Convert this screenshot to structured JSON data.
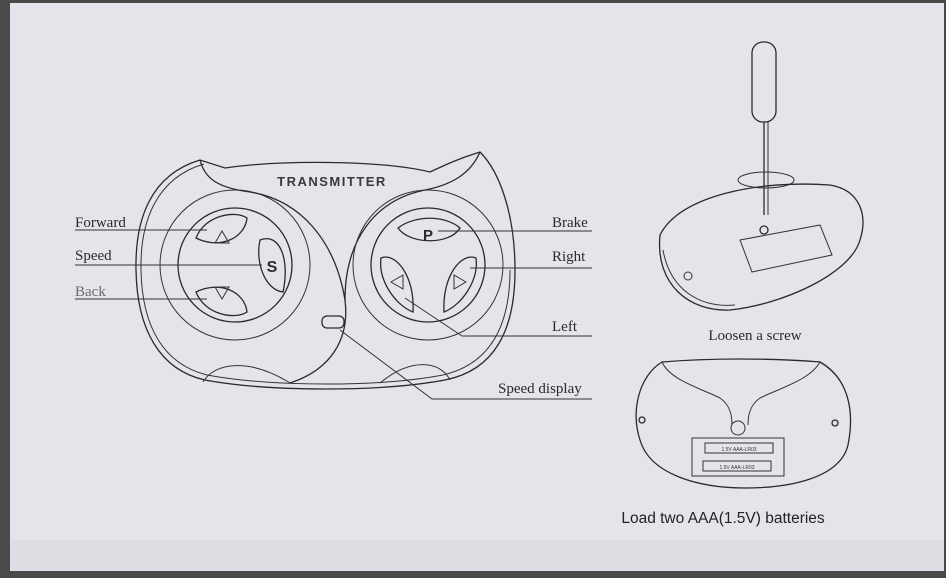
{
  "transmitter": {
    "title": "TRANSMITTER",
    "buttons": {
      "speed": "S",
      "brake": "P"
    },
    "labels": {
      "forward": "Forward",
      "speed": "Speed",
      "back": "Back",
      "brake": "Brake",
      "right": "Right",
      "left": "Left",
      "speed_display": "Speed display"
    }
  },
  "steps": {
    "loosen": "Loosen a screw",
    "batteries": "Load two AAA(1.5V) batteries",
    "battery_marking": "1.5V AAA-LR03"
  },
  "colors": {
    "card": "#e3e5ea",
    "line": "#2a2a2a",
    "back_label": "#6a6a6a"
  }
}
